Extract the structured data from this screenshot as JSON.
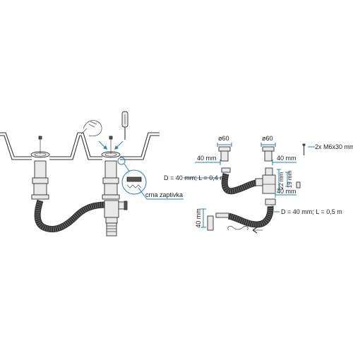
{
  "labels": {
    "gasket": "crna zaptivka",
    "dia_left": "ø60",
    "dia_right": "ø60",
    "len_left": "40 mm",
    "len_right": "40 mm",
    "hose_top": "D = 40 mm; L = 0,4 m",
    "screws": "2x M6x30 mm",
    "dim_22": "22 mm",
    "dim_19": "19 mm",
    "len_tee": "40 mm",
    "len_vert": "40 mm",
    "hose_bottom": "D = 40 mm; L = 0,5 m"
  },
  "colors": {
    "dimension": "#1e7fd0",
    "outline": "#333333"
  }
}
